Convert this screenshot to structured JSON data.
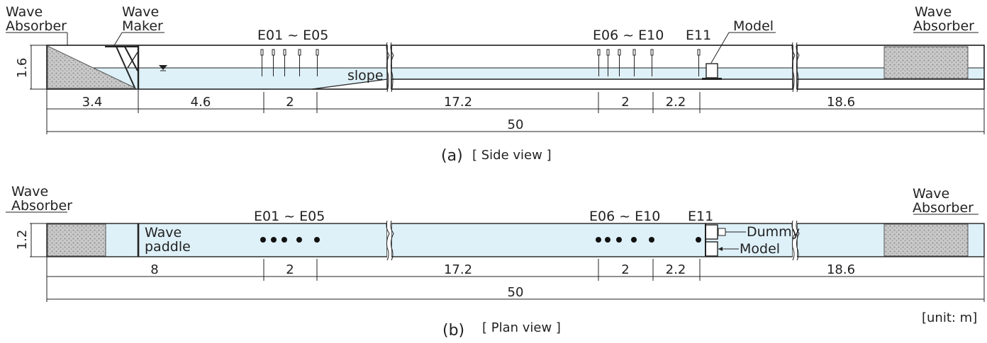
{
  "side_view": {
    "labels": {
      "wave_absorber_left": [
        "Wave",
        "Absorber"
      ],
      "wave_maker": [
        "Wave",
        "Maker"
      ],
      "gauges_1": "E01 ~ E05",
      "gauges_2": "E06 ~ E10",
      "gauge_11": "E11",
      "model": "Model",
      "slope": "slope",
      "wave_absorber_right": [
        "Wave",
        "Absorber"
      ],
      "height": "1.6"
    },
    "segments": [
      "3.4",
      "4.6",
      "2",
      "17.2",
      "2",
      "2.2",
      "18.6"
    ],
    "total": "50",
    "caption_letter": "(a)",
    "caption_text": "[ Side view ]"
  },
  "plan_view": {
    "labels": {
      "wave_absorber_left": [
        "Wave",
        "Absorber"
      ],
      "wave_paddle": [
        "Wave",
        "paddle"
      ],
      "gauges_1": "E01 ~ E05",
      "gauges_2": "E06 ~ E10",
      "gauge_11": "E11",
      "dummy": "Dummy",
      "model": "Model",
      "wave_absorber_right": [
        "Wave",
        "Absorber"
      ],
      "width": "1.2"
    },
    "segments": [
      "8",
      "2",
      "17.2",
      "2",
      "2.2",
      "18.6"
    ],
    "total": "50",
    "caption_letter": "(b)",
    "caption_text": "[ Plan view ]",
    "unit": "[unit: m]"
  }
}
